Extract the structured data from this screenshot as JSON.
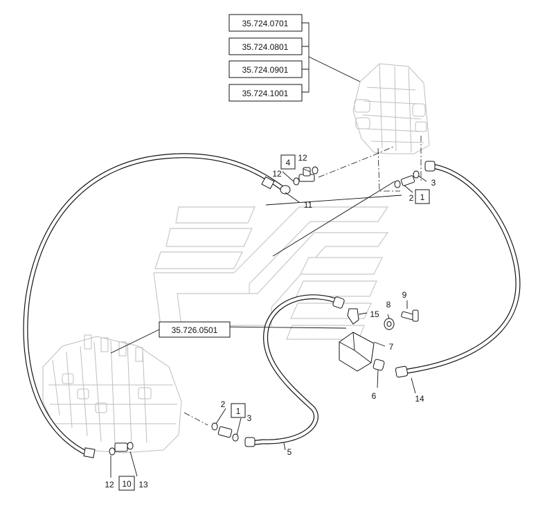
{
  "references": [
    {
      "id": "ref-1",
      "text": "35.724.0701"
    },
    {
      "id": "ref-2",
      "text": "35.724.0801"
    },
    {
      "id": "ref-3",
      "text": "35.724.0901"
    },
    {
      "id": "ref-4",
      "text": "35.724.1001"
    },
    {
      "id": "ref-5",
      "text": "35.726.0501"
    }
  ],
  "callouts": {
    "n1a": "1",
    "n1b": "1",
    "n2a": "2",
    "n2b": "2",
    "n3a": "3",
    "n3b": "3",
    "n4": "4",
    "n5": "5",
    "n6": "6",
    "n7": "7",
    "n8": "8",
    "n9": "9",
    "n10": "10",
    "n11": "11",
    "n12a": "12",
    "n12b": "12",
    "n12c": "12",
    "n13": "13",
    "n14": "14",
    "n15": "15"
  }
}
